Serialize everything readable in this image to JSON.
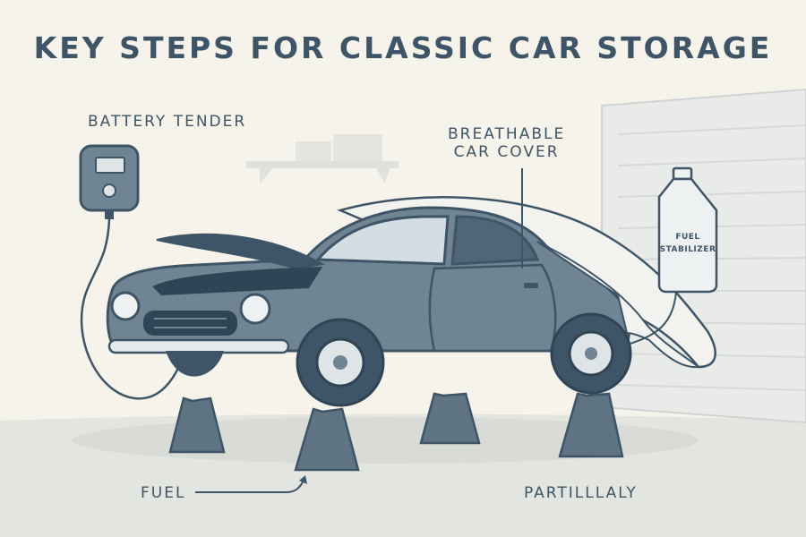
{
  "title": "KEY STEPS FOR CLASSIC CAR STORAGE",
  "labels": {
    "battery_tender": "BATTERY TENDER",
    "car_cover_line1": "BREATHABLE",
    "car_cover_line2": "CAR COVER",
    "fuel": "FUEL",
    "partially": "PARTILLLALY"
  },
  "fuel_jug": {
    "line1": "FUEL",
    "line2": "STABILIZER"
  },
  "colors": {
    "background": "#f6f3ea",
    "car_body": "#6f8593",
    "car_dark": "#3e5567",
    "cover": "#f2f2ef",
    "text": "#3f5566"
  },
  "icons": [
    "battery-tender-icon",
    "fuel-stabilizer-jug-icon",
    "jack-stand-icon",
    "classic-car-icon",
    "garage-door-icon",
    "wall-shelf-icon"
  ]
}
